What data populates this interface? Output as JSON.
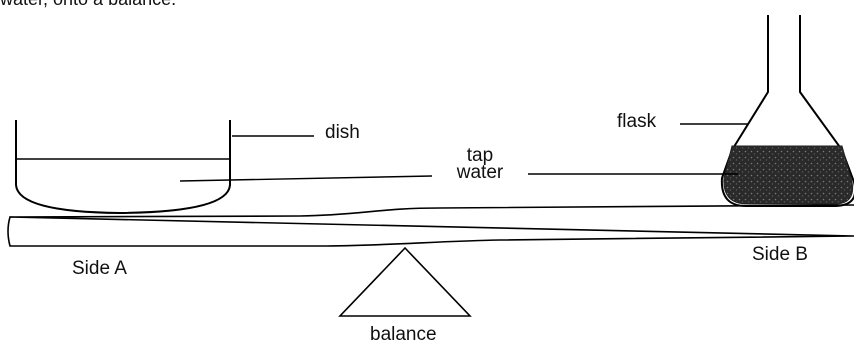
{
  "intro_text": "water, onto a balance.",
  "labels": {
    "dish": "dish",
    "tap": "tap",
    "water": "water",
    "flask": "flask",
    "side_a": "Side A",
    "side_b": "Side B",
    "balance": "balance"
  }
}
